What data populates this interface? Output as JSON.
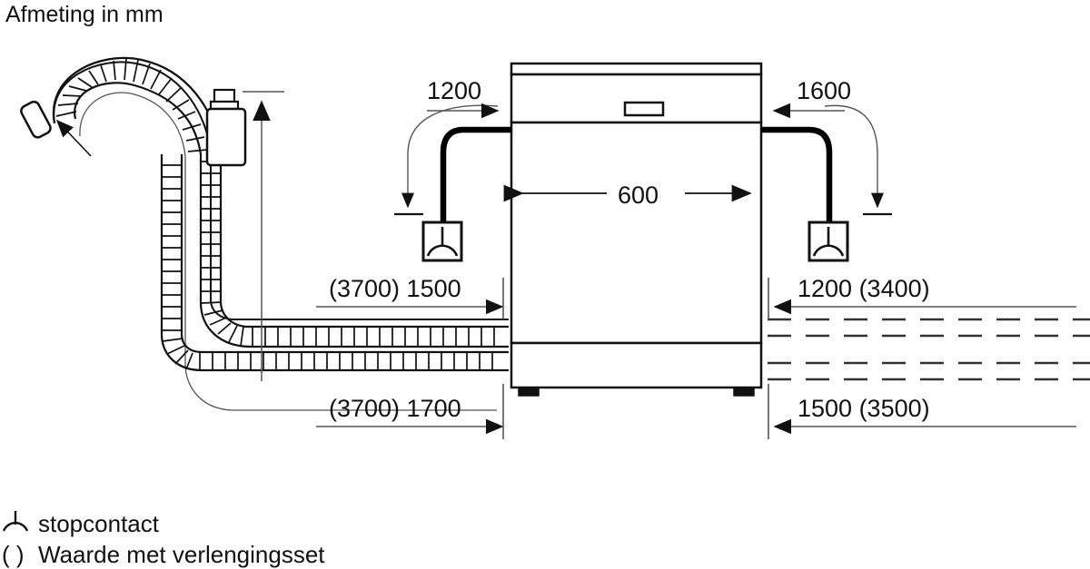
{
  "title": "Afmeting in mm",
  "units": "mm",
  "colors": {
    "line": "#111111",
    "thin_line": "#555555",
    "background": "#ffffff",
    "cable": "#000000"
  },
  "dimensions": {
    "top_left": "1200",
    "top_right": "1600",
    "width": "600",
    "mid_left": "(3700) 1500",
    "mid_right": "1200 (3400)",
    "bottom_left": "(3700) 1700",
    "bottom_right": "1500 (3500)"
  },
  "legend": [
    {
      "symbol": "socket-icon",
      "label": "stopcontact"
    },
    {
      "symbol": "parentheses",
      "prefix": "( )",
      "label": "Waarde met verlengingsset"
    }
  ],
  "appliance": {
    "name": "dishwasher",
    "parts": [
      "top-trim",
      "control-panel",
      "display-window",
      "door",
      "base-plinth",
      "foot-left",
      "foot-right"
    ]
  },
  "hoses": {
    "inlet_hose": "corrugated-inlet-hose",
    "drain_hose": "corrugated-drain-hose",
    "valve": "aquastop-valve",
    "hose_end": "hose-end-cap",
    "right_side": "dashed-hose-routes"
  },
  "sockets": [
    {
      "name": "socket-left"
    },
    {
      "name": "socket-right"
    }
  ]
}
